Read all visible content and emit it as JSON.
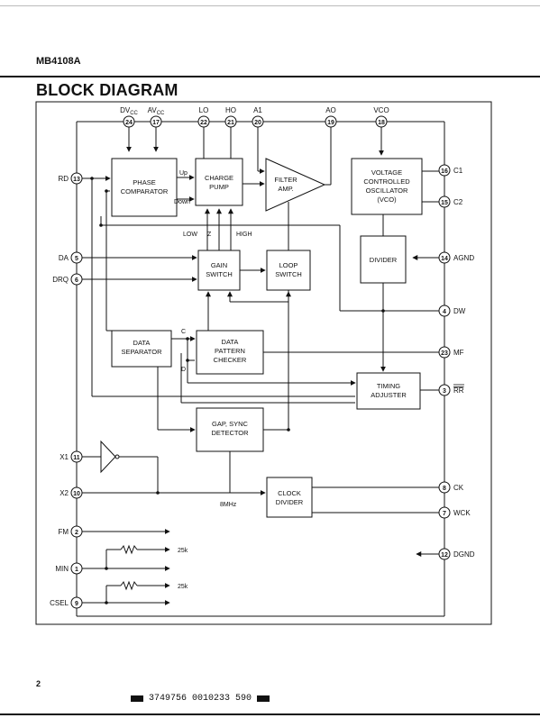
{
  "header": {
    "part_number": "MB4108A",
    "title": "BLOCK DIAGRAM"
  },
  "blocks": {
    "phase_comparator": [
      "PHASE",
      "COMPARATOR"
    ],
    "charge_pump": [
      "CHARGE",
      "PUMP"
    ],
    "filter_amp": [
      "FILTER",
      "AMP."
    ],
    "vco": [
      "VOLTAGE",
      "CONTROLLED",
      "OSCILLATOR",
      "(VCO)"
    ],
    "divider": [
      "DIVIDER"
    ],
    "gain_switch": [
      "GAIN",
      "SWITCH"
    ],
    "loop_switch": [
      "LOOP",
      "SWITCH"
    ],
    "data_separator": [
      "DATA",
      "SEPARATOR"
    ],
    "data_pattern_checker": [
      "DATA",
      "PATTERN",
      "CHECKER"
    ],
    "timing_adjuster": [
      "TIMING",
      "ADJUSTER"
    ],
    "gap_sync_detector": [
      "GAP, SYNC",
      "DETECTOR"
    ],
    "clock_divider": [
      "CLOCK",
      "DIVIDER"
    ]
  },
  "signals": {
    "up": "Up",
    "down": "Down",
    "low": "LOW",
    "z": "Z",
    "high": "HIGH",
    "c": "C",
    "d": "D",
    "mhz": "8MHz",
    "r25k_a": "25k",
    "r25k_b": "25k"
  },
  "pins": {
    "dvcc": {
      "num": "24",
      "label": "DV",
      "sub": "CC"
    },
    "avcc": {
      "num": "17",
      "label": "AV",
      "sub": "CC"
    },
    "lo": {
      "num": "22",
      "label": "LO"
    },
    "ho": {
      "num": "21",
      "label": "HO"
    },
    "a1": {
      "num": "20",
      "label": "A1"
    },
    "ao": {
      "num": "19",
      "label": "AO"
    },
    "vco": {
      "num": "18",
      "label": "VCO"
    },
    "rd": {
      "num": "13",
      "label": "RD"
    },
    "da": {
      "num": "5",
      "label": "DA"
    },
    "drq": {
      "num": "6",
      "label": "DRQ"
    },
    "x1": {
      "num": "11",
      "label": "X1"
    },
    "x2": {
      "num": "10",
      "label": "X2"
    },
    "fm": {
      "num": "2",
      "label": "FM"
    },
    "min": {
      "num": "1",
      "label": "MIN"
    },
    "csel": {
      "num": "9",
      "label": "CSEL"
    },
    "c1": {
      "num": "16",
      "label": "C1"
    },
    "c2": {
      "num": "15",
      "label": "C2"
    },
    "agnd": {
      "num": "14",
      "label": "AGND"
    },
    "dw": {
      "num": "4",
      "label": "DW"
    },
    "mf": {
      "num": "23",
      "label": "MF"
    },
    "rr": {
      "num": "3",
      "label": "RR"
    },
    "ck": {
      "num": "8",
      "label": "CK"
    },
    "wck": {
      "num": "7",
      "label": "WCK"
    },
    "dgnd": {
      "num": "12",
      "label": "DGND"
    }
  },
  "footer": {
    "page": "2",
    "barcode_text": "3749756 0010233 590"
  }
}
